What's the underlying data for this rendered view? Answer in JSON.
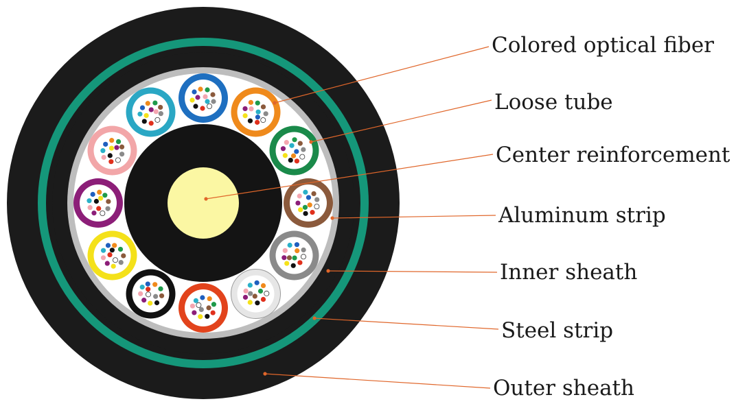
{
  "labels": {
    "colored_optical_fiber": "Colored optical fiber",
    "loose_tube": "Loose tube",
    "center_reinforcement": "Center reinforcement",
    "aluminum_strip": "Aluminum strip",
    "inner_sheath": "Inner sheath",
    "steel_strip": "Steel strip",
    "outer_sheath": "Outer sheath"
  },
  "colors": {
    "outer_sheath": "#1b1b1b",
    "steel_strip": "#15977a",
    "aluminum_strip": "#bdbdbd",
    "filler": "#ffffff",
    "center_reinforcement": "#fbf7a3",
    "leader_line": "#e0662a"
  },
  "loose_tube_colors": [
    "#1e6fc0",
    "#ef8a1c",
    "#1a8a4a",
    "#8b5a3c",
    "#8a8a8a",
    "#e6e6e6",
    "#e2431c",
    "#111111",
    "#f4e11a",
    "#8c1e78",
    "#f2a6a8",
    "#2aa7c4"
  ],
  "fiber_colors": [
    "#1f5fbf",
    "#f08a1c",
    "#1e9a4a",
    "#8b5a3c",
    "#8a8a8a",
    "#ffffff",
    "#e0301c",
    "#111111",
    "#f5e21a",
    "#8c1e78",
    "#f4a6b0",
    "#2ab0c8"
  ]
}
